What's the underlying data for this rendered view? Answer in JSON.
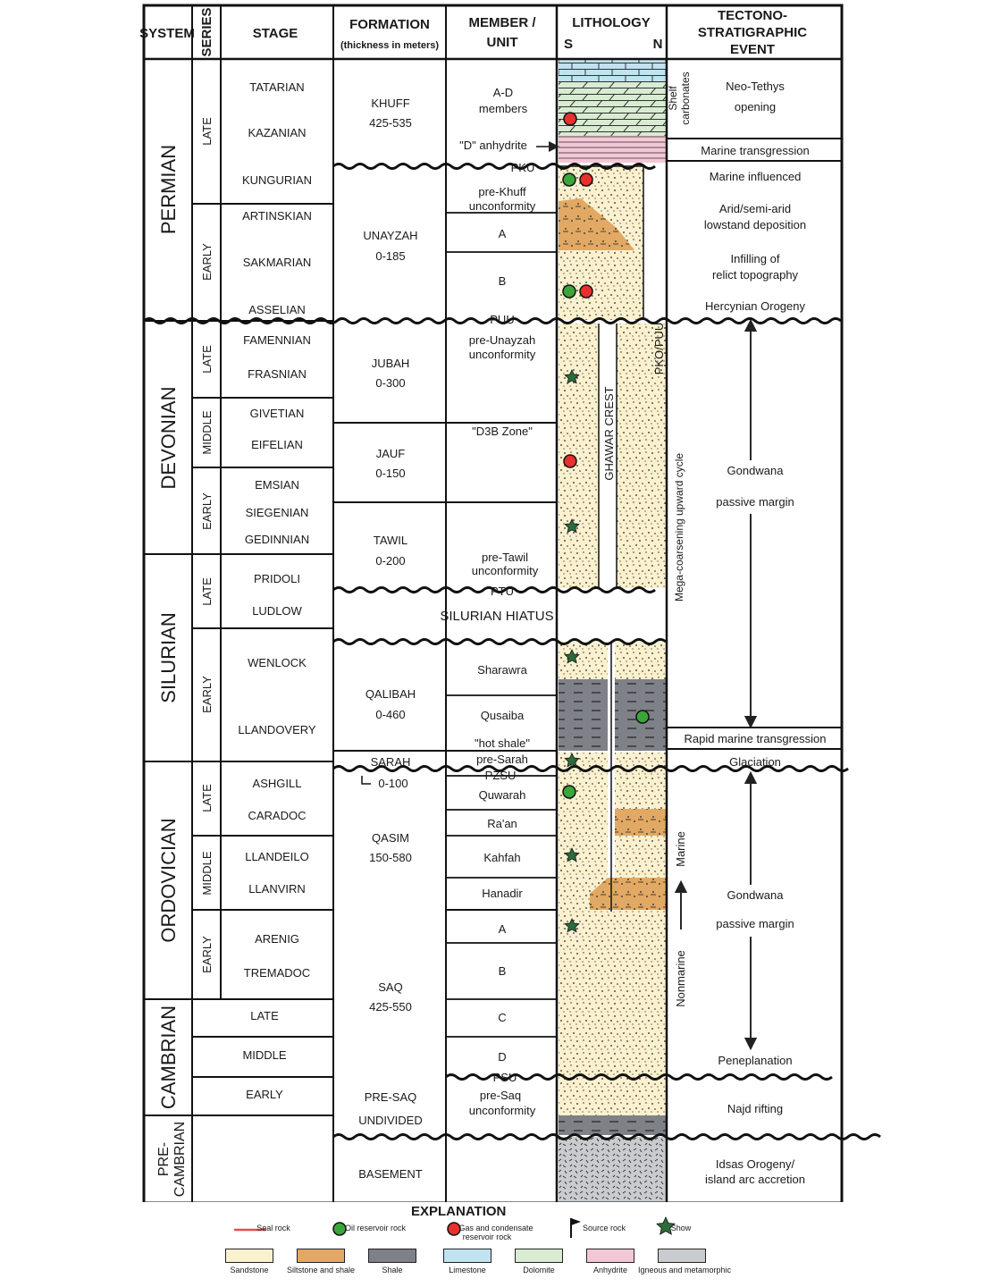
{
  "headers": {
    "system": "SYSTEM",
    "series": "SERIES",
    "stage": "STAGE",
    "formation": "FORMATION",
    "formation_sub": "(thickness in meters)",
    "member_1": "MEMBER /",
    "member_2": "UNIT",
    "lithology": "LITHOLOGY",
    "lith_s": "S",
    "lith_n": "N",
    "event_1": "TECTONO-",
    "event_2": "STRATIGRAPHIC",
    "event_3": "EVENT"
  },
  "systems": [
    "PERMIAN",
    "DEVONIAN",
    "SILURIAN",
    "ORDOVICIAN",
    "CAMBRIAN",
    "PRE-",
    "CAMBRIAN"
  ],
  "series": [
    "LATE",
    "EARLY",
    "LATE",
    "MIDDLE",
    "EARLY",
    "LATE",
    "EARLY",
    "LATE",
    "MIDDLE",
    "EARLY"
  ],
  "stages": [
    "TATARIAN",
    "KAZANIAN",
    "KUNGURIAN",
    "ARTINSKIAN",
    "SAKMARIAN",
    "ASSELIAN",
    "FAMENNIAN",
    "FRASNIAN",
    "GIVETIAN",
    "EIFELIAN",
    "EMSIAN",
    "SIEGENIAN",
    "GEDINNIAN",
    "PRIDOLI",
    "LUDLOW",
    "WENLOCK",
    "LLANDOVERY",
    "ASHGILL",
    "CARADOC",
    "LLANDEILO",
    "LLANVIRN",
    "ARENIG",
    "TREMADOC",
    "LATE",
    "MIDDLE",
    "EARLY"
  ],
  "formations": [
    {
      "name": "KHUFF",
      "thk": "425-535"
    },
    {
      "name": "UNAYZAH",
      "thk": "0-185"
    },
    {
      "name": "JUBAH",
      "thk": "0-300"
    },
    {
      "name": "JAUF",
      "thk": "0-150"
    },
    {
      "name": "TAWIL",
      "thk": "0-200"
    },
    {
      "name": "QALIBAH",
      "thk": "0-460"
    },
    {
      "name": "SARAH",
      "thk": "0-100"
    },
    {
      "name": "QASIM",
      "thk": "150-580"
    },
    {
      "name": "SAQ",
      "thk": "425-550"
    },
    {
      "name": "PRE-SAQ",
      "thk": "UNDIVIDED"
    },
    {
      "name": "BASEMENT",
      "thk": ""
    }
  ],
  "silurian_hiatus": "SILURIAN HIATUS",
  "members": [
    "A-D",
    "members",
    "\"D\" anhydrite",
    "PKU",
    "pre-Khuff",
    "unconformity",
    "A",
    "B",
    "PUU",
    "pre-Unayzah",
    "unconformity",
    "\"D3B Zone\"",
    "pre-Tawil",
    "unconformity",
    "PTU",
    "Sharawra",
    "Qusaiba",
    "\"hot shale\"",
    "pre-Sarah",
    "PZSU",
    "Quwarah",
    "Ra'an",
    "Kahfah",
    "Hanadir",
    "A",
    "B",
    "C",
    "D",
    "PSU",
    "pre-Saq",
    "unconformity"
  ],
  "lith_labels": {
    "shelf": "Shelf",
    "carbonates": "carbonates",
    "ghawar": "GHAWAR CREST",
    "pko": "PKO/PUU"
  },
  "events": [
    "Neo-Tethys",
    "opening",
    "Marine transgression",
    "Marine influenced",
    "Arid/semi-arid",
    "lowstand deposition",
    "Infilling of",
    "relict topography",
    "Hercynian Orogeny",
    "Gondwana",
    "passive margin",
    "Rapid marine transgression",
    "Glaciation",
    "Gondwana",
    "passive margin",
    "Peneplanation",
    "Najd rifting",
    "Idsas Orogeny/",
    "island arc accretion"
  ],
  "cycle_labels": {
    "mega": "Mega-coarsening upward cycle",
    "marine": "Marine",
    "nonmarine": "Nonmarine"
  },
  "legend": {
    "title": "EXPLANATION",
    "items": [
      "Seal rock",
      "Oil reservoir rock",
      "Gas and condensate",
      "reservoir rock",
      "Source rock",
      "Show"
    ],
    "swatches": [
      "Sandstone",
      "Siltstone and shale",
      "Shale",
      "Limestone",
      "Dolomite",
      "Anhydrite",
      "Igneous and metamorphic"
    ]
  },
  "colors": {
    "sandstone": "#fbf1cf",
    "siltstone": "#e1a964",
    "shale": "#7f8189",
    "limestone": "#bfe3f1",
    "dolomite": "#d8ecd1",
    "anhydrite": "#f2c7d6",
    "igneous": "#c9cccf",
    "oil": "#3aa63a",
    "gas": "#e8302f",
    "seal": "#d9534f"
  }
}
